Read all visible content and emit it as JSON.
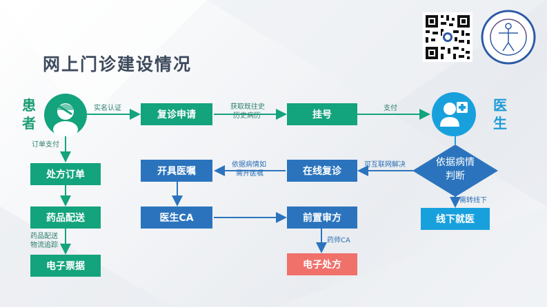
{
  "title": "网上门诊建设情况",
  "actors": {
    "patient": "患者",
    "doctor": "医生"
  },
  "icons": {
    "patient": "patient-avatar-icon",
    "doctor": "doctor-avatar-icon",
    "qr": "qr-code-icon",
    "logo": "hospital-seal-logo"
  },
  "nodes": {
    "revisit_apply": "复诊申请",
    "register": "挂号",
    "judge": "依据病情判断",
    "online_revisit": "在线复诊",
    "prescribe_order": "开具医嘱",
    "rx_order": "处方订单",
    "drug_delivery": "药品配送",
    "e_invoice": "电子票据",
    "doctor_ca": "医生CA",
    "pre_review": "前置审方",
    "e_rx": "电子处方",
    "offline_visit": "线下就医"
  },
  "edges": {
    "real_name": "实名认证",
    "get_history_1": "获取既往史",
    "get_history_2": "历史病历",
    "pay": "支付",
    "internet_solvable": "可互联网解决",
    "order_pay": "订单支付",
    "need_order_1": "依据病情如",
    "need_order_2": "需开医嘱",
    "delivery_1": "药品配送",
    "delivery_2": "物流追踪",
    "pharmacist_ca": "药师CA",
    "to_offline": "需转线下"
  },
  "colors": {
    "green": "#13a37d",
    "blue": "#2b74bd",
    "light_blue": "#18a0dd",
    "red": "#f0706a",
    "title": "#3d4a5c"
  }
}
